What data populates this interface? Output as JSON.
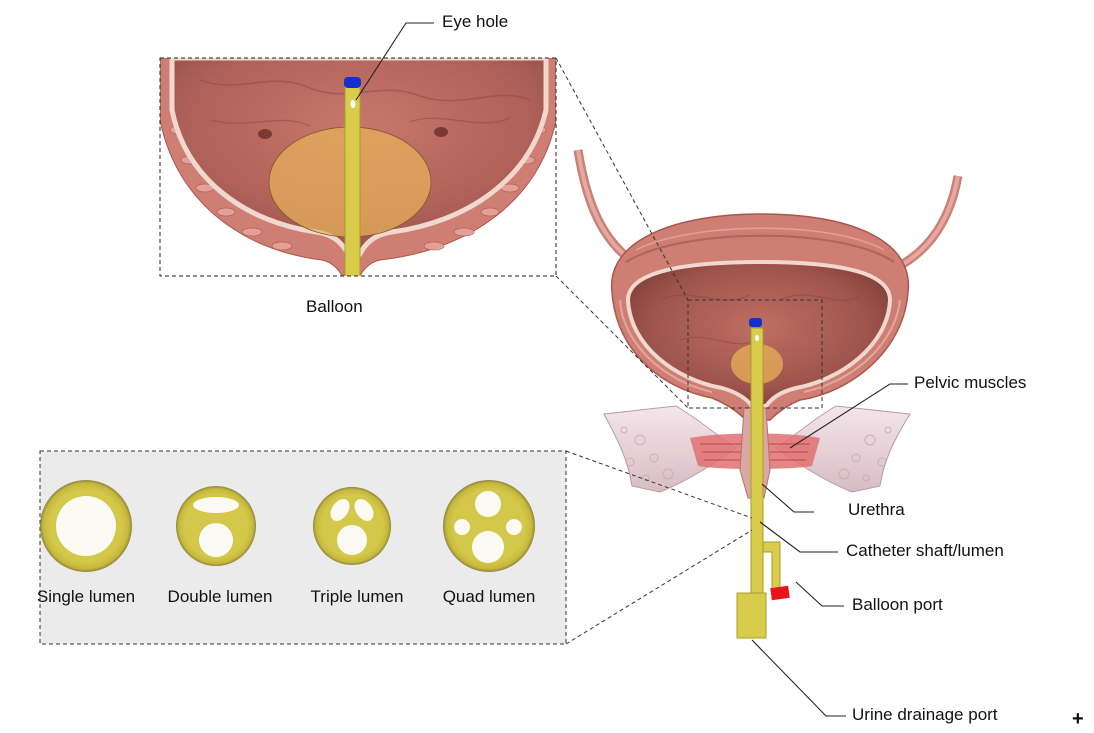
{
  "labels": {
    "eye_hole": "Eye hole",
    "balloon": "Balloon",
    "pelvic_muscles": "Pelvic muscles",
    "urethra": "Urethra",
    "catheter_shaft": "Catheter shaft/lumen",
    "balloon_port": "Balloon port",
    "urine_drainage_port": "Urine drainage port",
    "plus_mark": "+"
  },
  "lumens": [
    {
      "label": "Single lumen"
    },
    {
      "label": "Double lumen"
    },
    {
      "label": "Triple lumen"
    },
    {
      "label": "Quad lumen"
    }
  ],
  "colors": {
    "catheter": "#d9cc4a",
    "balloon": "#e8b25a",
    "eye_tip": "#1530d0",
    "balloon_port": "#e8141a",
    "bladder_tissue": "#c97268",
    "bladder_inner": "#a65a52",
    "lumen_panel": "#ebebeb"
  }
}
